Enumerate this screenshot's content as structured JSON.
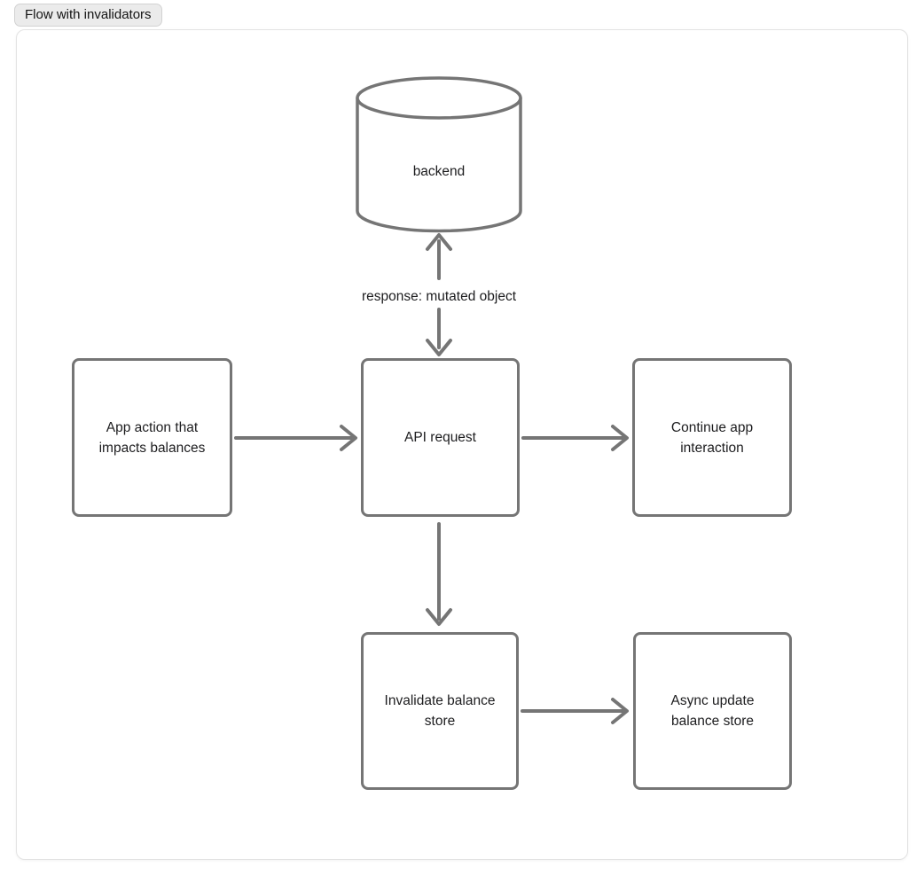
{
  "title_badge": {
    "label": "Flow with invalidators"
  },
  "diagram": {
    "nodes": {
      "backend": {
        "label": "backend",
        "shape": "cylinder"
      },
      "app_action": {
        "label": "App action that\nimpacts balances",
        "shape": "rect"
      },
      "api_request": {
        "label": "API request",
        "shape": "rect"
      },
      "continue_app": {
        "label": "Continue app\ninteraction",
        "shape": "rect"
      },
      "invalidate_store": {
        "label": "Invalidate balance\nstore",
        "shape": "rect"
      },
      "async_update": {
        "label": "Async update\nbalance store",
        "shape": "rect"
      }
    },
    "edge_labels": {
      "backend_api": "response: mutated object"
    },
    "edges": [
      {
        "from": "api_request",
        "to": "backend",
        "direction": "up"
      },
      {
        "from": "backend",
        "to": "api_request",
        "direction": "down",
        "label": "response: mutated object"
      },
      {
        "from": "app_action",
        "to": "api_request",
        "direction": "right"
      },
      {
        "from": "api_request",
        "to": "continue_app",
        "direction": "right"
      },
      {
        "from": "api_request",
        "to": "invalidate_store",
        "direction": "down"
      },
      {
        "from": "invalidate_store",
        "to": "async_update",
        "direction": "right"
      }
    ],
    "colors": {
      "stroke": "#757575",
      "node_border": "#757575",
      "text": "#1d1d1f",
      "frame_border": "#e3e3e3",
      "badge_background": "#ebebeb",
      "badge_border": "#d2d2d2",
      "background": "#ffffff"
    }
  }
}
